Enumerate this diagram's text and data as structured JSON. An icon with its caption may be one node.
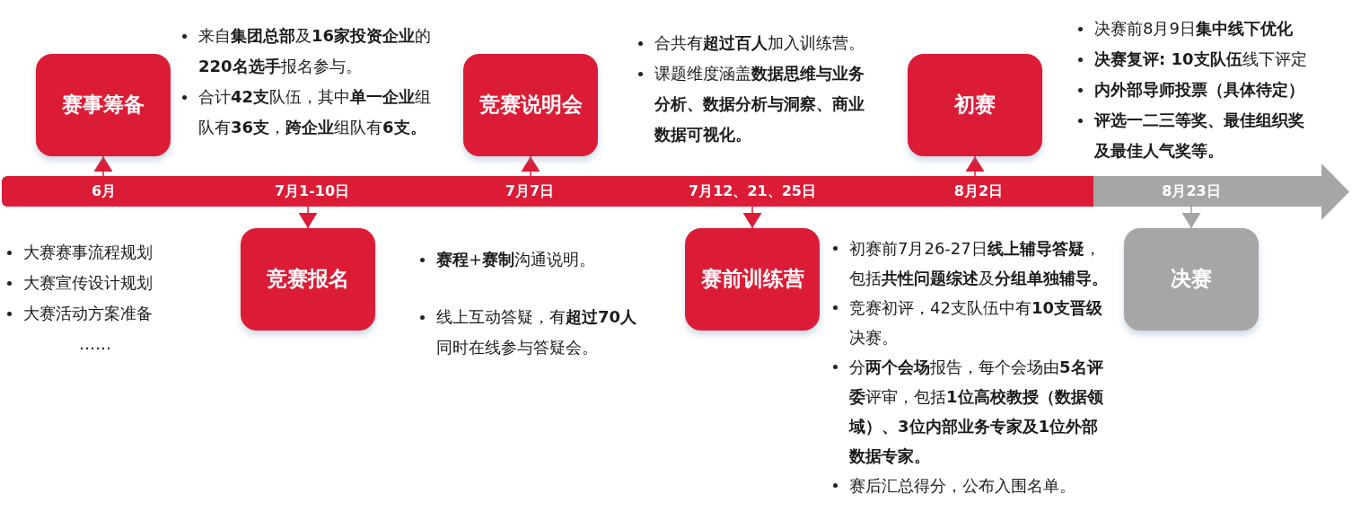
{
  "diagram": {
    "nodes": [
      {
        "text": [
          "赛事筹备"
        ]
      },
      {
        "text": [
          "竞赛说明会"
        ]
      },
      {
        "text": [
          "初赛"
        ]
      },
      {
        "text": [
          "6月"
        ]
      },
      {
        "text": [
          "7月1-10日"
        ]
      },
      {
        "text": [
          "7月7日"
        ]
      },
      {
        "text": [
          "7月12、21、25日"
        ]
      },
      {
        "text": [
          "8月2日"
        ]
      },
      {
        "text": [
          "8月23日"
        ]
      },
      {
        "text": [
          "竞赛报名"
        ]
      },
      {
        "text": [
          "赛前训练营"
        ]
      },
      {
        "text": [
          "决赛"
        ]
      }
    ],
    "edges": [
      {
        "from": 3,
        "to": 0,
        "arrow": "to"
      },
      {
        "from": 4,
        "to": 9,
        "arrow": "to"
      },
      {
        "from": 5,
        "to": 1,
        "arrow": "to"
      },
      {
        "from": 6,
        "to": 10,
        "arrow": "to"
      },
      {
        "from": 7,
        "to": 2,
        "arrow": "to"
      },
      {
        "from": 8,
        "to": 11,
        "arrow": "to",
        "color": "#a6a6a6"
      }
    ],
    "labels": [
      "来自**集团总部**及**16家投资企业**的**220名选手**报名参与。",
      "合计**42支**队伍，其中**单一企业**组队有**36支**，**跨企业**组队有**6支。**",
      "合共有**超过百人**加入训练营。",
      "课题维度涵盖**数据思维与业务分析、数据分析与洞察、商业数据可视化。**",
      "决赛前8月9日**集中线下优化**",
      "**决赛复评: 10支队伍**线下评定",
      "内外部导师投票（具体待定）",
      "评选一二三等奖、最佳组织奖及最佳人气奖等。",
      "大赛赛事流程规划",
      "大赛宣传设计规划",
      "大赛活动方案准备",
      "……",
      "**赛程**+**赛制**沟通说明。",
      "线上互动答疑，有**超过70人**同时在线参与答疑会。",
      "初赛前7月26-27日**线上辅导答疑**，包括**共性问题综述**及**分组单独辅导。**",
      "竞赛初评，42支队伍中有**10支晋级**决赛。",
      "分**两个会场**报告，每个会场由**5名评委**评审，包括**1位高校教授（数据领域）、3位内部业务专家及1位外部数据专家。**",
      "赛后汇总得分，公布入围名单。"
    ]
  }
}
